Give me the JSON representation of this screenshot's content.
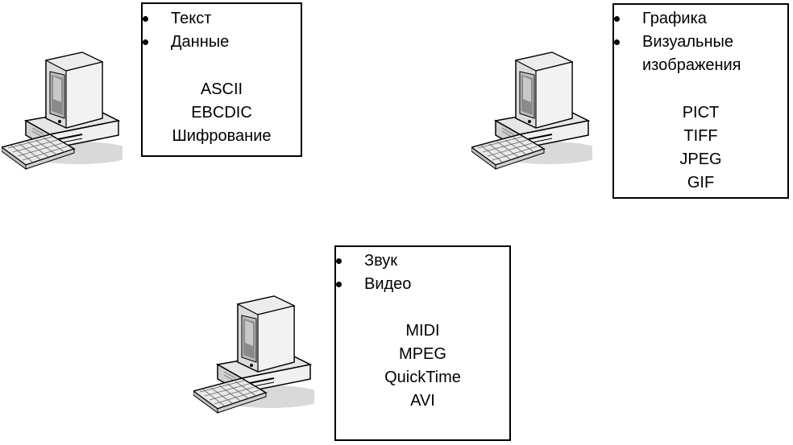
{
  "groups": [
    {
      "bullets": [
        "Текст",
        "Данные"
      ],
      "formats": [
        "ASCII",
        "EBCDIC",
        "Шифрование"
      ]
    },
    {
      "bullets": [
        "Графика",
        "Визуальные изображения"
      ],
      "bullet_lines": [
        [
          "Графика"
        ],
        [
          "Визуальные",
          "изображения"
        ]
      ],
      "formats": [
        "PICT",
        "TIFF",
        "JPEG",
        "GIF"
      ]
    },
    {
      "bullets": [
        "Звук",
        "Видео"
      ],
      "formats": [
        "MIDI",
        "MPEG",
        "QuickTime",
        "AVI"
      ]
    }
  ]
}
